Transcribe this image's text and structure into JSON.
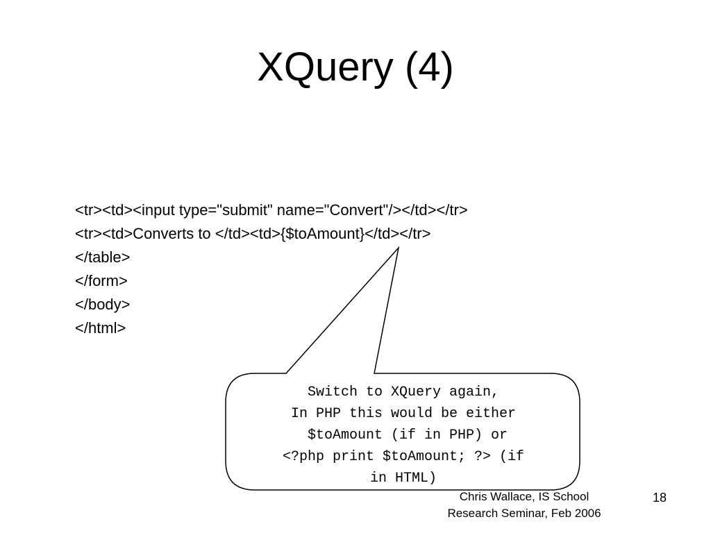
{
  "slide": {
    "title": "XQuery (4)",
    "code_lines": [
      "<tr><td><input type=\"submit\" name=\"Convert\"/></td></tr>",
      "<tr><td>Converts to </td><td>{$toAmount}</td></tr>",
      "</table>",
      "</form>",
      "</body>",
      "</html>"
    ],
    "callout_lines": [
      "Switch to XQuery again,",
      "In PHP this would be either",
      " $toAmount (if in PHP) or",
      "<?php print $toAmount; ?> (if",
      "in HTML)"
    ],
    "footer_lines": [
      "Chris Wallace, IS School",
      "Research Seminar, Feb 2006"
    ],
    "slide_number": "18"
  }
}
